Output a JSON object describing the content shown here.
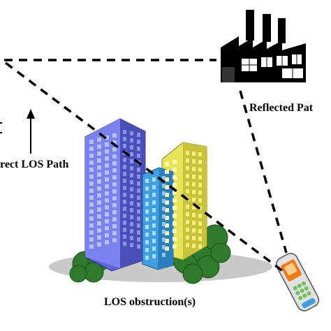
{
  "labels": {
    "reflected_path": "Reflected Pat",
    "direct_los_path": "rect LOS Path",
    "los_obstruction": "LOS obstruction(s)"
  },
  "colors": {
    "path_line": "#000000",
    "building_blue": "#6a72e0",
    "building_cyan": "#3f9fe0",
    "building_yellow": "#e9e35a",
    "tree_green": "#2f7a2c",
    "factory_black": "#000000",
    "phone_orange": "#f07a1a"
  },
  "icons": {
    "factory": "factory-icon",
    "buildings": "city-buildings-icon",
    "phone": "mobile-phone-icon"
  }
}
